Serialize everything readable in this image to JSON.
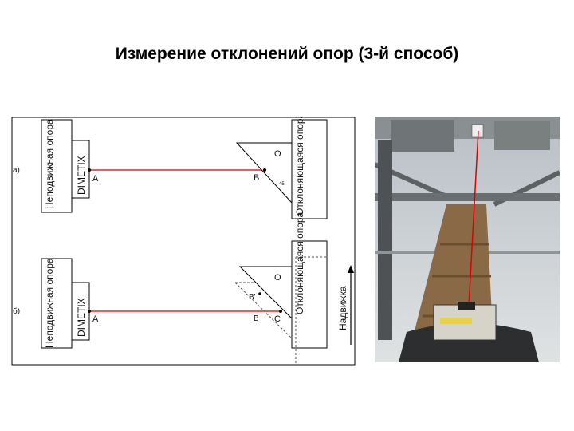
{
  "slide": {
    "title": "Измерение отклонений опор (3-й способ)"
  },
  "diagram": {
    "panel_a": {
      "label": "а)",
      "fixed_support": "Неподвижная опора",
      "instrument": "DIMETIX",
      "point_a": "A",
      "point_b": "B",
      "point_o": "O",
      "angle": "45",
      "deflecting_support": "Отклоняющаяся опора"
    },
    "panel_b": {
      "label": "б)",
      "fixed_support": "Неподвижная опора",
      "instrument": "DIMETIX",
      "point_a": "A",
      "point_b": "B",
      "point_b_prime": "B'",
      "point_c": "C",
      "point_o": "O",
      "deflecting_support": "Отклоняющаяся опора",
      "push_label": "Надвижка"
    }
  },
  "colors": {
    "laser": "#d40000",
    "line": "#000000",
    "dashed": "#555555"
  }
}
